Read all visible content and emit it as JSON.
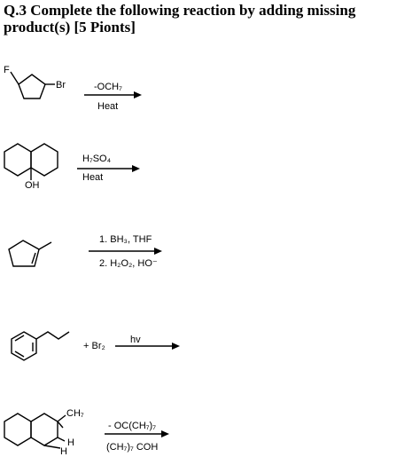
{
  "question": "Q.3 Complete the following reaction by adding missing product(s) [5 Pionts]",
  "reactions": [
    {
      "substituents": [
        "F",
        "Br"
      ],
      "reagents": [
        "-OCH₇",
        "Heat"
      ]
    },
    {
      "substituents": [
        "OH"
      ],
      "reagents": [
        "H₇SO₄",
        "Heat"
      ]
    },
    {
      "substituents": [],
      "reagents": [
        "1. BH₃, THF",
        "2. H₂O₂, HO⁻"
      ]
    },
    {
      "substituents": [],
      "reagents": [
        "+ Br₂",
        "hv"
      ]
    },
    {
      "substituents": [
        "CH₇",
        "H",
        "H"
      ],
      "reagents": [
        "- OC(CH₇)₇",
        "(CH₇)₇ COH"
      ]
    }
  ]
}
